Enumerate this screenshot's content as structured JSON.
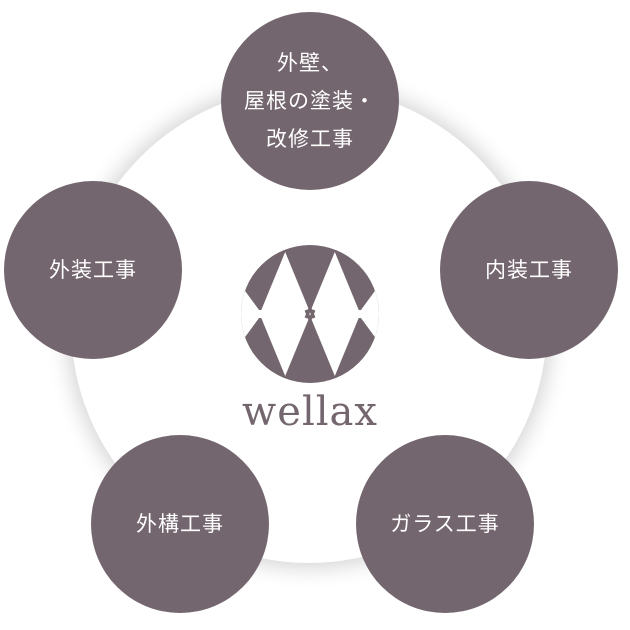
{
  "logo": {
    "text": "wellax",
    "icon": "wellax-logo-mark",
    "color": "#74666e"
  },
  "nodes": {
    "top": {
      "lines": [
        "外壁、",
        "屋根の塗装・",
        "改修工事"
      ]
    },
    "right": {
      "lines": [
        "内装工事"
      ]
    },
    "bottom_right": {
      "lines": [
        "ガラス工事"
      ]
    },
    "bottom_left": {
      "lines": [
        "外構工事"
      ]
    },
    "left": {
      "lines": [
        "外装工事"
      ]
    }
  },
  "colors": {
    "node_fill": "#74666e",
    "node_text": "#ffffff",
    "background": "#ffffff"
  }
}
